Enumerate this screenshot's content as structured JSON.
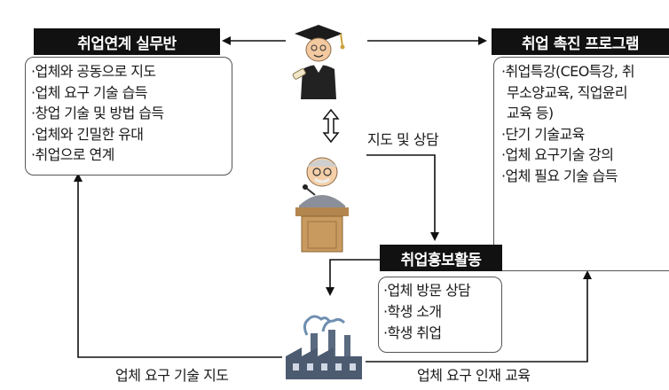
{
  "left_panel": {
    "title": "취업연계 실무반",
    "items": [
      "·업체와 공동으로 지도",
      "·업체 요구 기술 습득",
      "·창업 기술 및 방법 습득",
      "·업체와 긴밀한 유대",
      "·취업으로 연계"
    ]
  },
  "right_panel": {
    "title": "취업 촉진 프로그램",
    "items": [
      "·취업특강(CEO특강, 취",
      "무소양교육, 직업윤리",
      "교육 등)",
      "·단기 기술교육",
      "·업체 요구기술 강의",
      "·업체 필요 기술 습득"
    ]
  },
  "center_panel": {
    "title": "취업홍보활동",
    "items": [
      "·업체 방문 상담",
      "·학생 소개",
      "·학생 취업"
    ]
  },
  "labels": {
    "guidance": "지도 및 상담",
    "bottom_left": "업체 요구 기술 지도",
    "bottom_right": "업체 요구 인재 교육"
  },
  "icons": {
    "graduate": "graduate-icon",
    "lecturer": "lecturer-icon",
    "factory": "factory-icon"
  }
}
